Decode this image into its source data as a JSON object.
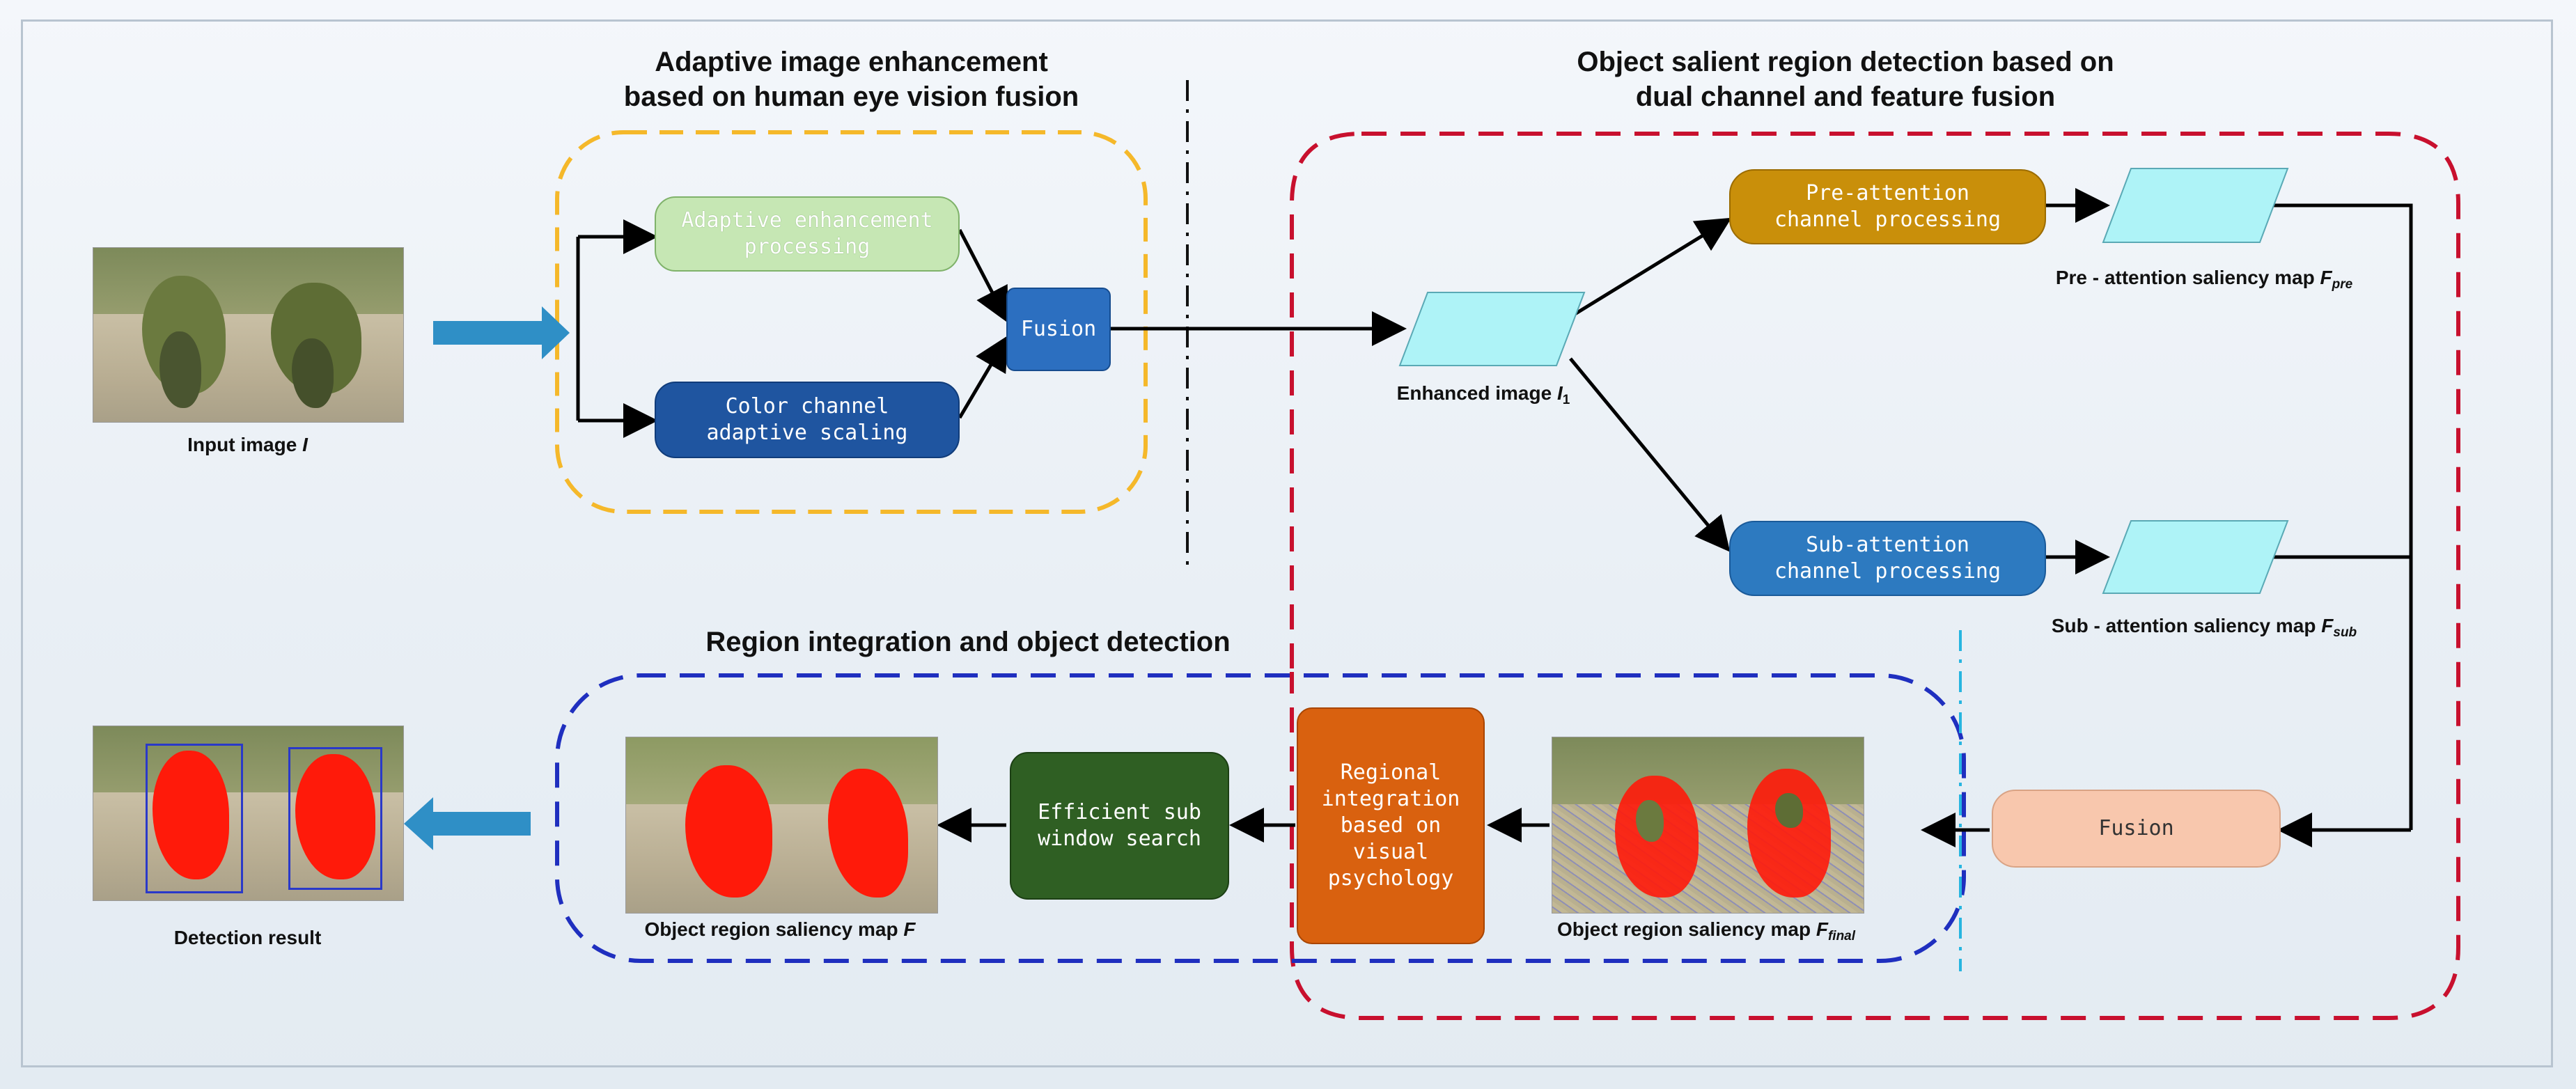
{
  "sections": {
    "enhancement_title_line1": "Adaptive image enhancement",
    "enhancement_title_line2": "based on human eye vision fusion",
    "salient_title_line1": "Object salient region detection based on",
    "salient_title_line2": "dual channel and feature fusion",
    "integration_title": "Region integration and object detection"
  },
  "nodes": {
    "adaptive_enhancement": "Adaptive enhancement\nprocessing",
    "color_channel": "Color channel\nadaptive scaling",
    "fusion_1": "Fusion",
    "pre_attention": "Pre-attention\nchannel processing",
    "sub_attention": "Sub-attention\nchannel processing",
    "fusion_2": "Fusion",
    "regional_integration": "Regional\nintegration\nbased on\nvisual\npsychology",
    "window_search": "Efficient sub\nwindow search"
  },
  "captions": {
    "input_image": "Input image",
    "input_symbol": "I",
    "enhanced_image": "Enhanced image",
    "enhanced_symbol": "I",
    "enhanced_sub": "1",
    "pre_map": "Pre - attention saliency map",
    "pre_symbol": "F",
    "pre_sub": "pre",
    "sub_map": "Sub - attention saliency map",
    "sub_symbol": "F",
    "sub_sub": "sub",
    "final_map": "Object region saliency map",
    "final_symbol": "F",
    "final_sub": "final",
    "region_map": "Object region saliency map",
    "region_symbol": "F",
    "detection_result": "Detection result"
  },
  "colors": {
    "enhancement_border": "#f5b82a",
    "salient_border": "#c8102e",
    "integration_border": "#1f2fbf",
    "flow_arrow": "#2f8fc6",
    "separator_cyan": "#27b5e0",
    "parallelogram_fill": "#aef3f7",
    "adaptive_enhancement_fill": "#c6e7b4",
    "color_channel_fill": "#1f55a0",
    "fusion_1_fill": "#2c6fc0",
    "pre_attention_fill": "#c98f0a",
    "sub_attention_fill": "#2d7ac0",
    "fusion_2_fill": "#f8c7ad",
    "regional_fill": "#d9610f",
    "window_search_fill": "#2f5f23",
    "saliency_red": "#ff1a0a"
  }
}
